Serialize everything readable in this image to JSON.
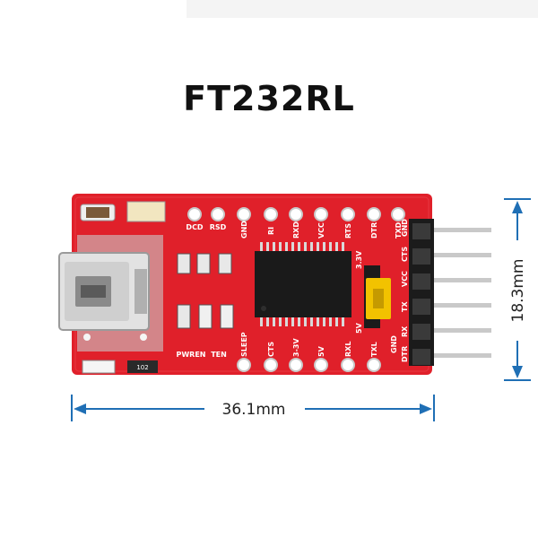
{
  "title": "FT232RL",
  "dimensions": {
    "width_label": "36.1mm",
    "height_label": "18.3mm"
  },
  "board": {
    "top_labels": [
      "DCD",
      "RSD",
      "GND",
      "RI",
      "RXD",
      "VCC",
      "RTS",
      "DTR",
      "TXD"
    ],
    "bottom_labels": [
      "PWREN",
      "TEN",
      "SLEEP",
      "CTS",
      "3-3V",
      "5V",
      "RXL",
      "TXL"
    ],
    "header_labels": [
      "GND",
      "CTS",
      "VCC",
      "TX",
      "RX",
      "DTR"
    ],
    "jumper_labels": [
      "3.3V",
      "5V"
    ],
    "side_labels": [
      "GND"
    ],
    "component_labels": [
      "102"
    ]
  },
  "colors": {
    "board": "#e0202a",
    "board_dark": "#b8141c",
    "silk": "#ffffff",
    "dimension": "#1f6fb5",
    "jumper": "#f2c200",
    "chip": "#1a1a1a"
  }
}
